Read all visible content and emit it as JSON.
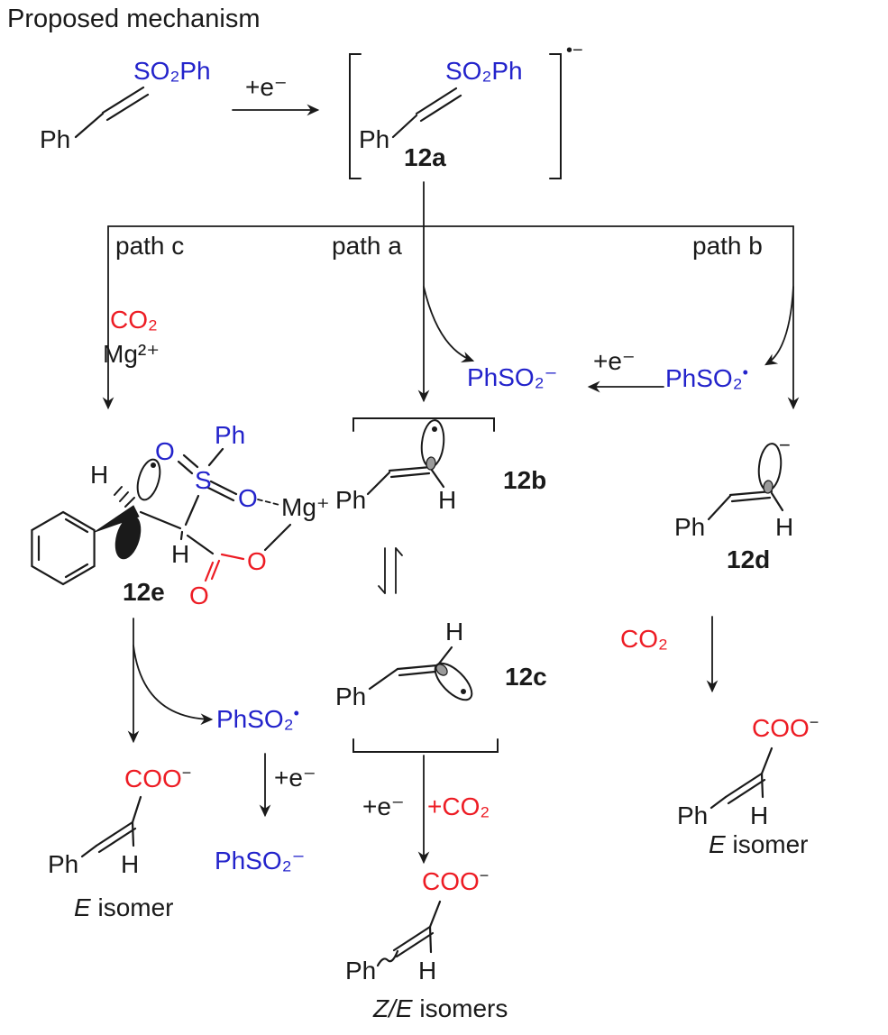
{
  "title": "Proposed mechanism",
  "colors": {
    "ink": "#1a1a1a",
    "blue": "#2323cb",
    "red": "#ed1c24"
  },
  "labels": {
    "ph": "Ph",
    "h": "H",
    "s": "S",
    "o": "O",
    "so2ph": "SO₂Ph",
    "electron": "+e⁻",
    "co2": "CO₂",
    "plus_co2": "+CO₂",
    "mg_2plus": "Mg²⁺",
    "mg_plus": "Mg⁺",
    "phso2_anion": "PhSO₂⁻",
    "phso2_base": "PhSO₂",
    "radical_dot": "•",
    "radical_anion_sup": "•−",
    "minus_sup": "−",
    "coo": "COO"
  },
  "path_labels": {
    "a": "path a",
    "b": "path b",
    "c": "path c"
  },
  "species": {
    "12a": "12a",
    "12b": "12b",
    "12c": "12c",
    "12d": "12d",
    "12e": "12e"
  },
  "captions": {
    "e_italic": "E",
    "e_rest": " isomer",
    "ze_italic": "Z/E",
    "ze_rest": " isomers"
  }
}
